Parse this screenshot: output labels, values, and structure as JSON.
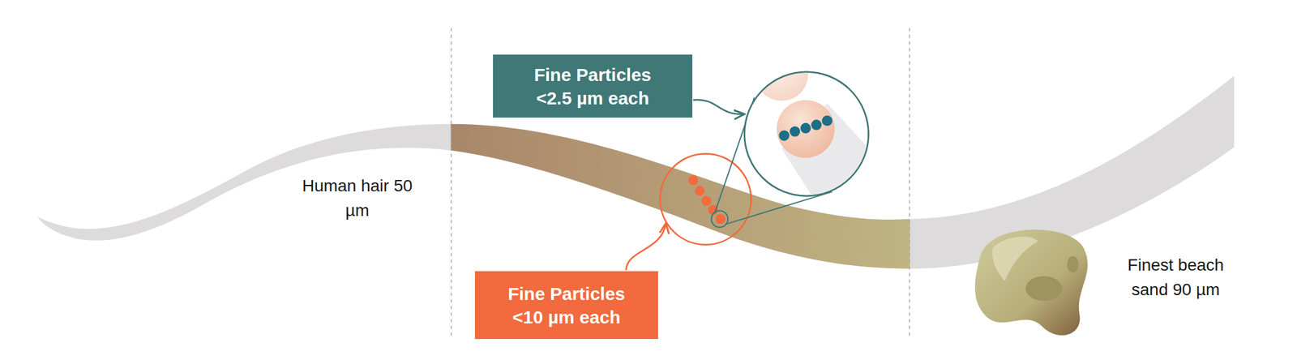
{
  "diagram": {
    "nodes": [
      {
        "text": [
          "Fine Particles <2.5 µm each"
        ]
      },
      {
        "text": [
          "Fine Particles <10 µm each"
        ]
      }
    ],
    "labels": [
      "Human hair 50 µm",
      "Finest beach sand 90 µm"
    ]
  }
}
